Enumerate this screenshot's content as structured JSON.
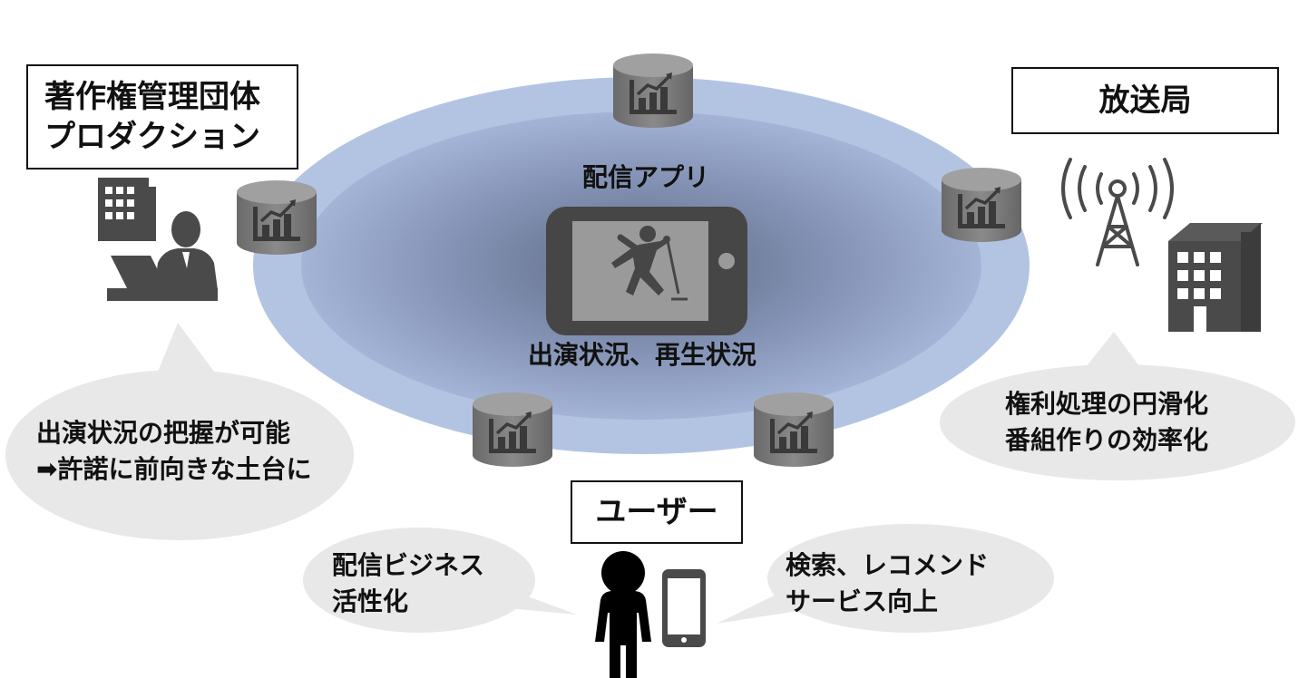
{
  "actors": {
    "rights_org": {
      "lines": [
        "著作権管理団体",
        "プロダクション"
      ]
    },
    "broadcaster": {
      "label": "放送局"
    },
    "user": {
      "label": "ユーザー"
    }
  },
  "center": {
    "app_label": "配信アプリ",
    "status_label": "出演状況、再生状況"
  },
  "bubbles": {
    "rights": {
      "lines": [
        "出演状況の把握が可能",
        "➡許諾に前向きな土台に"
      ]
    },
    "broadcast": {
      "lines": [
        "権利処理の円滑化",
        "番組作りの効率化"
      ]
    },
    "user_left": {
      "lines": [
        "配信ビジネス",
        "活性化"
      ]
    },
    "user_right": {
      "lines": [
        "検索、レコメンド",
        "サービス向上"
      ]
    }
  },
  "colors": {
    "ellipse_outer": "#b3c4e3",
    "ellipse_inner_center": "#5f6b85",
    "icon_dark": "#4a4a4a",
    "bubble": "#e8e8e8",
    "database": "#7a7a7a"
  }
}
